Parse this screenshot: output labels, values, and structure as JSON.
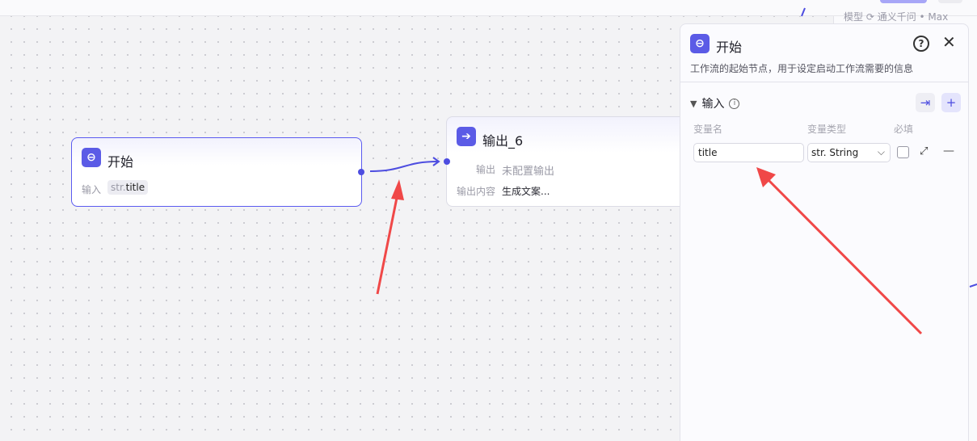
{
  "background_panel": {
    "model_label": "模型",
    "model_value": "通义千问 • Max"
  },
  "nodes": [
    {
      "title": "开始",
      "input_label": "输入",
      "input_type": "str.",
      "input_value": "title"
    },
    {
      "title": "输出_6",
      "output_label": "输出",
      "output_value": "未配置输出",
      "content_label": "输出内容",
      "content_value": "生成文案..."
    }
  ],
  "panel": {
    "title": "开始",
    "description": "工作流的起始节点，用于设定启动工作流需要的信息",
    "section": "输入",
    "columns": [
      "变量名",
      "变量类型",
      "必填"
    ],
    "row": {
      "name": "title",
      "type": "str. String",
      "required": false
    }
  },
  "colors": {
    "accent": "#5b5be6",
    "annotation": "#f04848"
  }
}
